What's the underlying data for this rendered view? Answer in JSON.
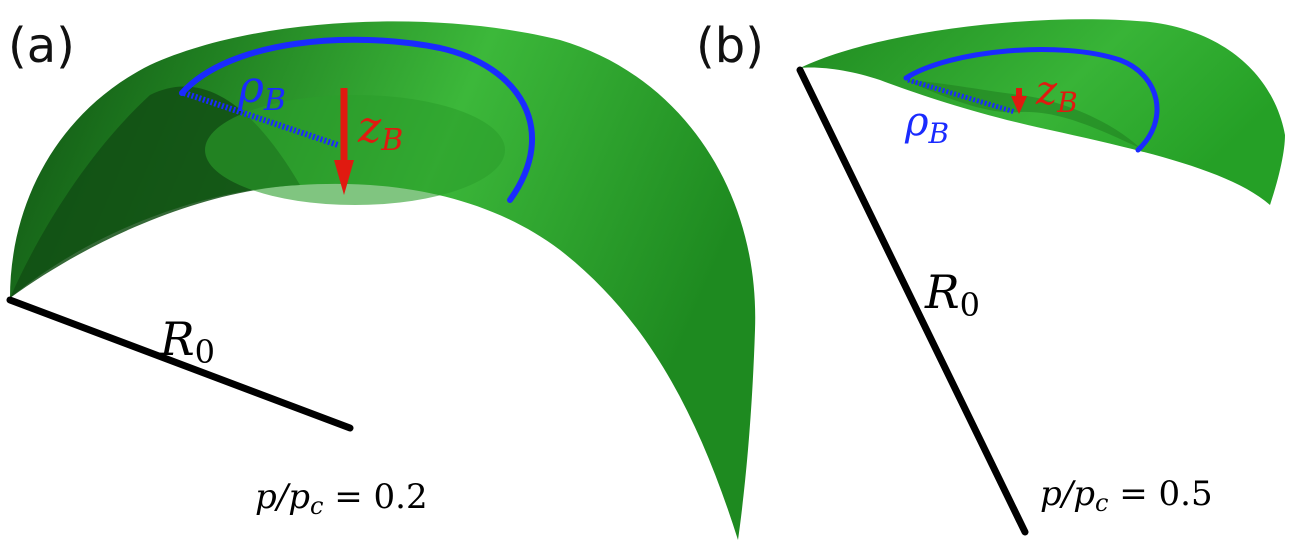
{
  "panels": [
    {
      "id": "a",
      "label": "(a)",
      "radius_label": {
        "base": "R",
        "sub": "0"
      },
      "rho_label": {
        "base": "ρ",
        "sub": "B"
      },
      "z_label": {
        "base": "z",
        "sub": "B"
      },
      "ratio_label": {
        "lhs": "p/p",
        "sub": "c",
        "rhs": " = 0.2"
      }
    },
    {
      "id": "b",
      "label": "(b)",
      "radius_label": {
        "base": "R",
        "sub": "0"
      },
      "rho_label": {
        "base": "ρ",
        "sub": "B"
      },
      "z_label": {
        "base": "z",
        "sub": "B"
      },
      "ratio_label": {
        "lhs": "p/p",
        "sub": "c",
        "rhs": " = 0.5"
      }
    }
  ],
  "colors": {
    "shell_light": "#3cb83a",
    "shell_mid": "#259a27",
    "shell_dark": "#0f4f12",
    "bump_line": "#1a2bff",
    "arrow": "#e01a10",
    "radius_line": "#000000"
  }
}
